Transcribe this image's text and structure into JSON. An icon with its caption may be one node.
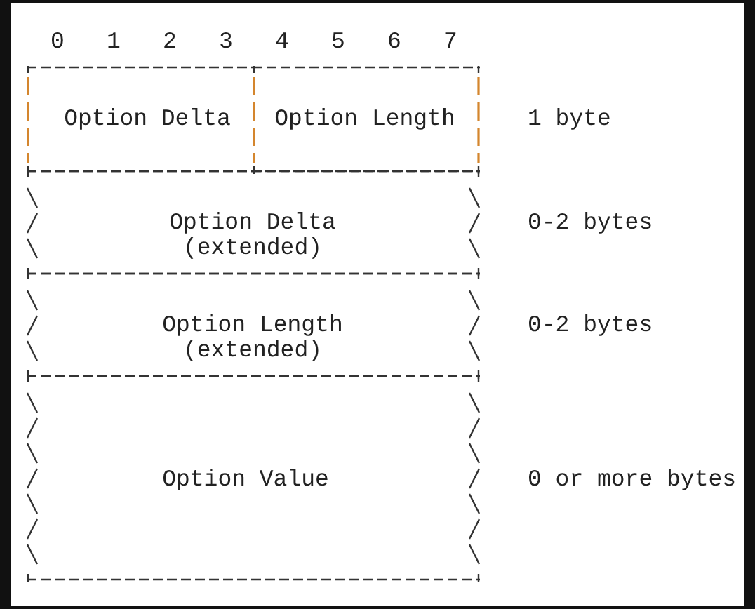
{
  "diagram": {
    "nodes": [
      {
        "text": [
          "Option Delta"
        ]
      },
      {
        "text": [
          "Option Length"
        ]
      },
      {
        "text": [
          "Option Delta (extended)"
        ],
        "beside": [
          "0-2 bytes"
        ]
      },
      {
        "text": [
          "Option Length (extended)"
        ],
        "beside": [
          "0-2 bytes"
        ]
      },
      {
        "text": [
          "Option Value"
        ],
        "beside": [
          "0 or more bytes"
        ]
      }
    ],
    "labels": [
      "0",
      "1",
      "2",
      "3",
      "4",
      "5",
      "6",
      "7",
      "1 byte"
    ]
  }
}
